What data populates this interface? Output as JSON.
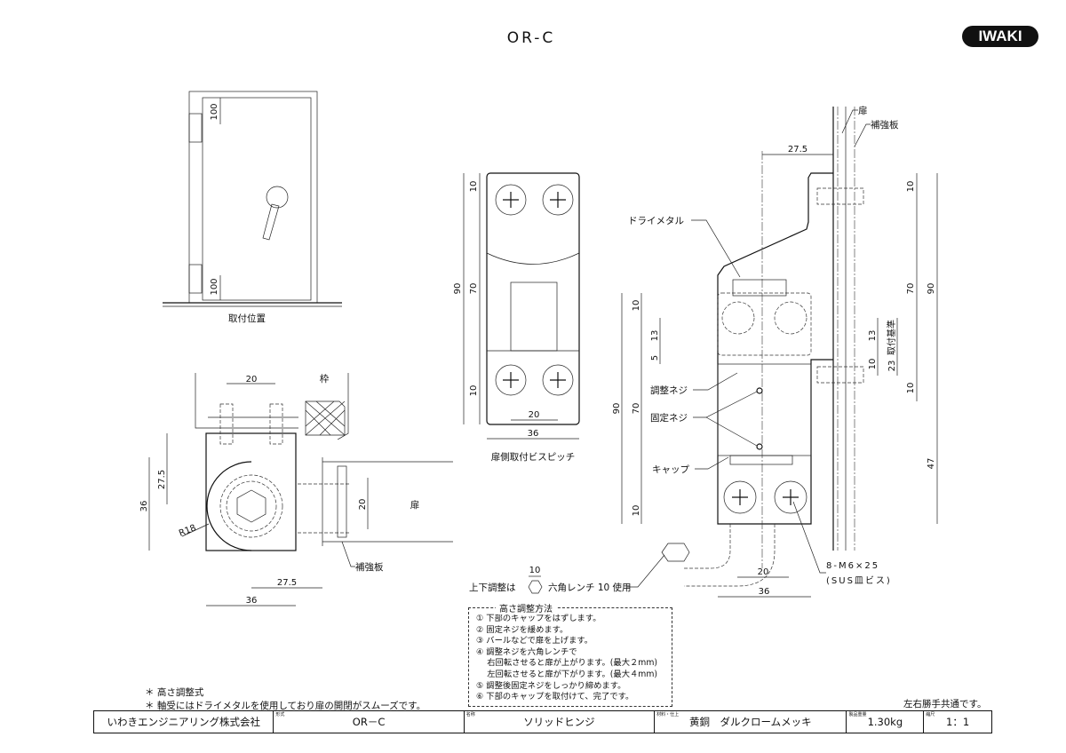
{
  "header": {
    "title": "OR-C",
    "logo": "IWAKI"
  },
  "install_view": {
    "dim_top": "100",
    "dim_bottom": "100",
    "caption": "取付位置"
  },
  "plan_view": {
    "frame_label": "枠",
    "door_label": "扉",
    "plate_label": "補強板",
    "dim_screw_pitch": "20",
    "dim_height_1": "27.5",
    "dim_height_2": "36",
    "dim_door_pitch": "20",
    "radius": "R18",
    "dim_width_1": "27.5",
    "dim_width_2": "36"
  },
  "door_view": {
    "dim_total": "90",
    "dim_top": "10",
    "dim_mid": "70",
    "dim_bottom": "10",
    "dim_pitch": "20",
    "dim_width": "36",
    "caption": "扉側取付ビスピッチ"
  },
  "side_view": {
    "door_label": "扉",
    "plate_label": "補強板",
    "dim_offset": "27.5",
    "dry_metal": "ドライメタル",
    "adjust_screw": "調整ネジ",
    "fix_screw": "固定ネジ",
    "cap": "キャップ",
    "left_dims": {
      "total": "90",
      "mid": "70",
      "top": "10",
      "d13": "13",
      "d5": "5",
      "bottom": "10"
    },
    "right_dims": {
      "top": "10",
      "mid": "70",
      "total": "90",
      "d13": "13",
      "d10": "10",
      "d23": "23",
      "ref": "取付基準",
      "d10b": "10",
      "d47": "47"
    },
    "bottom_dims": {
      "pitch": "20",
      "width": "36"
    },
    "screw_spec": "8-M6×25",
    "screw_type": "(SUS皿ビス)"
  },
  "wrench_note": {
    "prefix": "上下調整は",
    "size": "10",
    "suffix": "六角レンチ 10 使用"
  },
  "procedure": {
    "title": "高さ調整方法",
    "steps": [
      "① 下部のキャップをはずします。",
      "② 固定ネジを緩めます。",
      "③ バールなどで扉を上げます。",
      "④ 調整ネジを六角レンチで",
      "　 右回転させると扉が上がります。(最大２mm)",
      "　 左回転させると扉が下がります。(最大４mm)",
      "⑤ 調整後固定ネジをしっかり締めます。",
      "⑥ 下部のキャップを取付けて、完了です。"
    ]
  },
  "notes": [
    "＊ 高さ調整式",
    "＊ 軸受にはドライメタルを使用しており扉の開閉がスムーズです。"
  ],
  "handedness_note": "左右勝手共通です。",
  "title_block": {
    "company": "いわきエンジニアリング株式会社",
    "model_caption": "形式",
    "model": "OR－C",
    "name_caption": "名称",
    "name": "ソリッドヒンジ",
    "material_caption": "材料・仕上",
    "material": "黄銅　ダルクロームメッキ",
    "weight_caption": "製品重量",
    "weight": "1.30kg",
    "scale_caption": "縮尺",
    "scale": "1：1"
  }
}
